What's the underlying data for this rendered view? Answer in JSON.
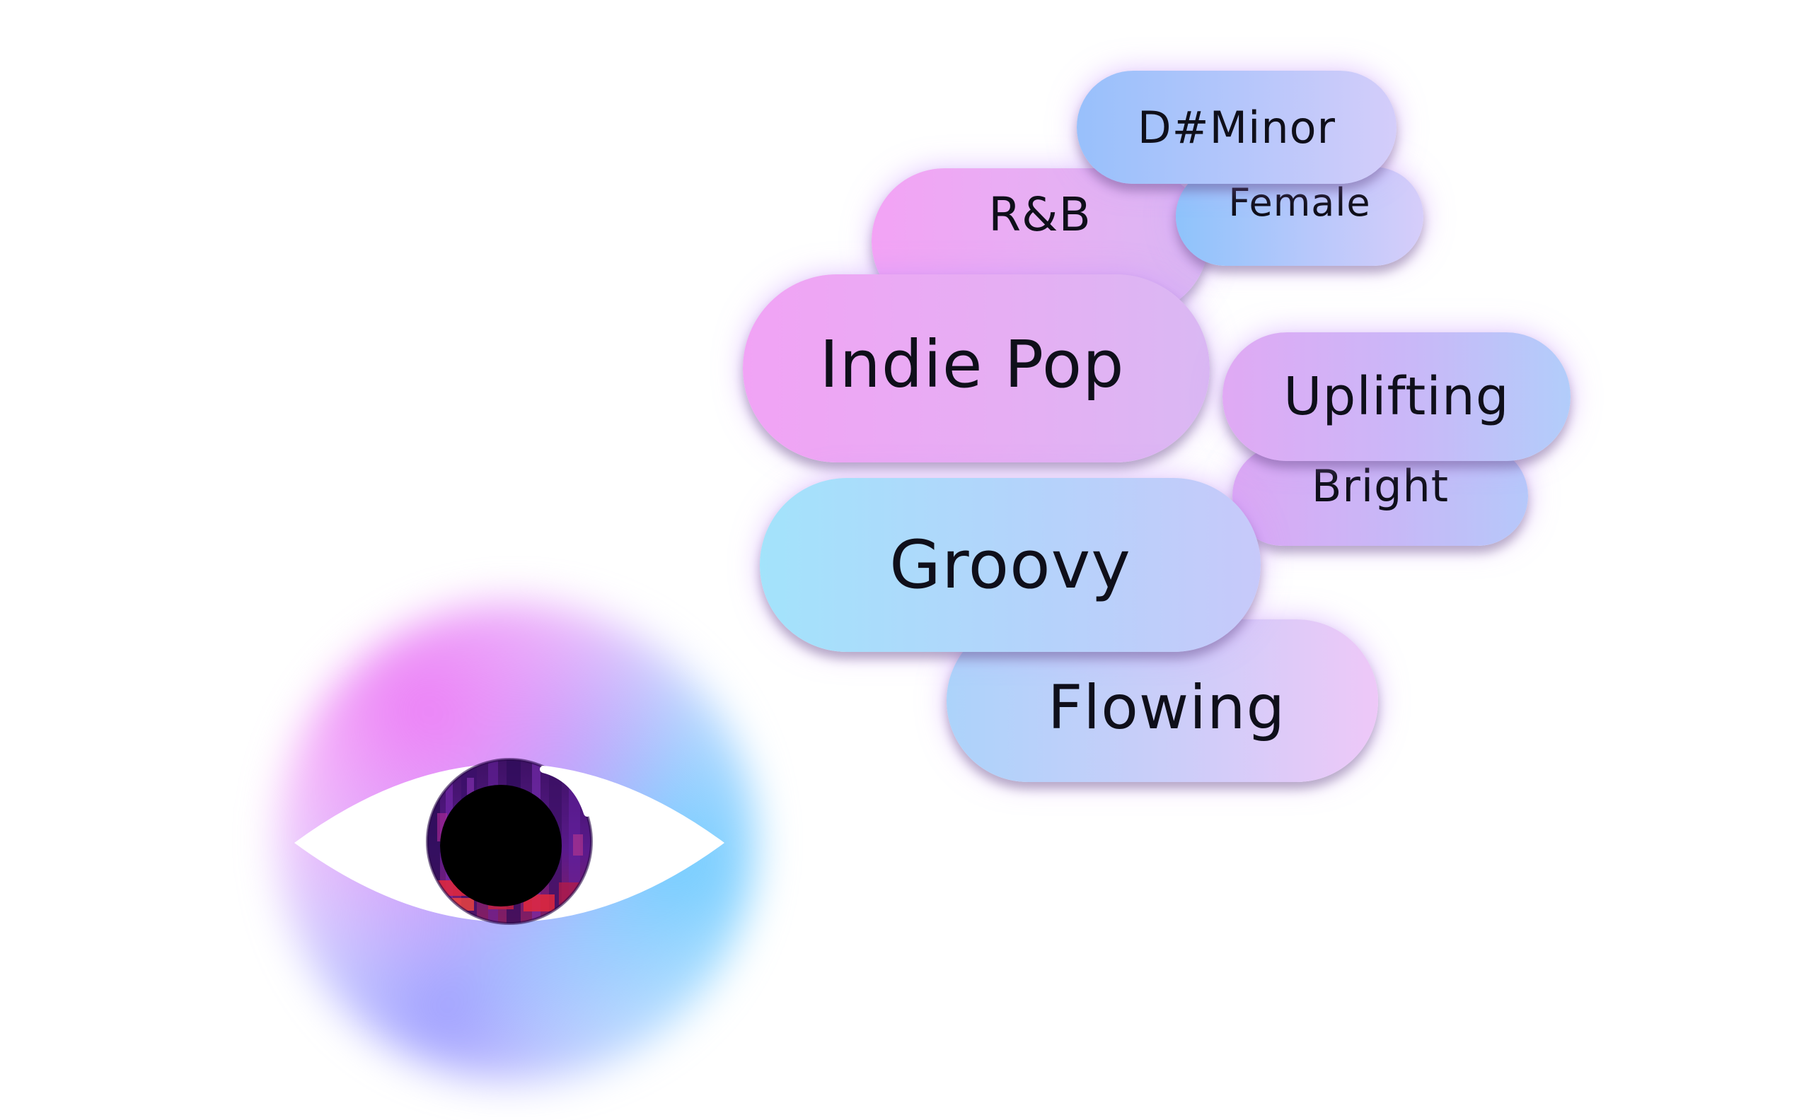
{
  "tags": {
    "d_minor": "D#Minor",
    "female": "Female",
    "rnb": "R&B",
    "indie_pop": "Indie Pop",
    "uplifting": "Uplifting",
    "bright": "Bright",
    "groovy": "Groovy",
    "flowing": "Flowing"
  },
  "colors": {
    "pink": "#f1a3f5",
    "lavender": "#d4cdfa",
    "light_blue": "#a3e3fb",
    "periwinkle": "#98c0fb",
    "iris_purple": "#5a1a8c",
    "iris_red": "#e2283c"
  },
  "icons": {
    "eye": "eye-icon"
  }
}
